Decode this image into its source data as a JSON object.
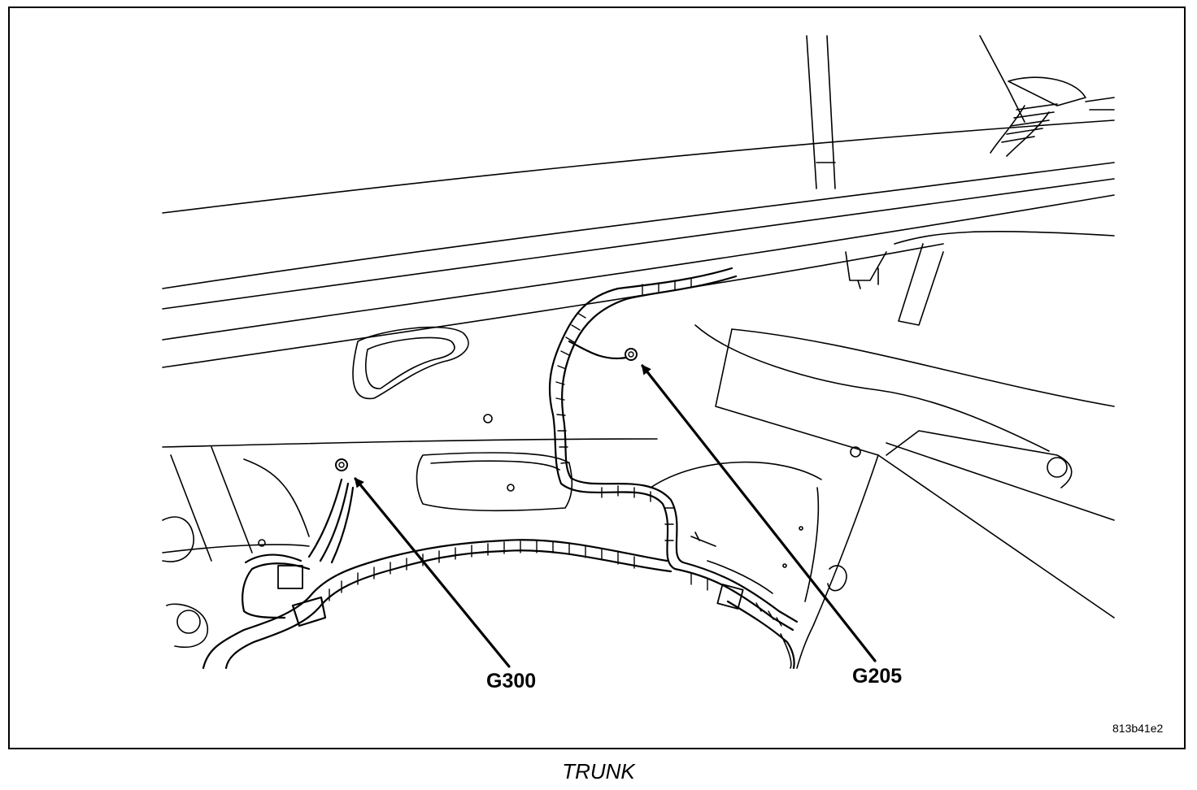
{
  "diagram": {
    "callouts": [
      {
        "id": "g300",
        "label": "G300"
      },
      {
        "id": "g205",
        "label": "G205"
      }
    ],
    "figure_id": "813b41e2",
    "caption": "TRUNK"
  },
  "colors": {
    "line": "#000000",
    "background": "#ffffff"
  }
}
